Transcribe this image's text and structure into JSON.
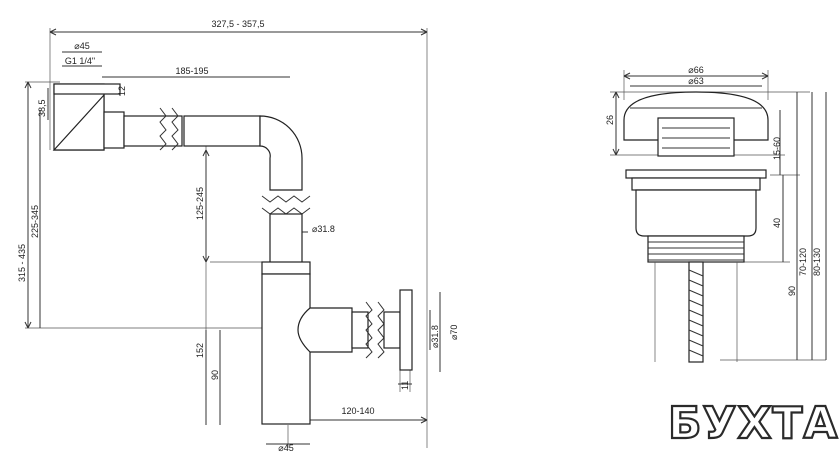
{
  "left_view": {
    "total_length": "327,5 - 357,5",
    "inlet_diameter": "⌀45",
    "thread": "G1 1/4\"",
    "horizontal_run": "185-195",
    "flange_thickness": "12",
    "inlet_height": "38,5",
    "vertical_adjust": "125-245",
    "pipe_diameter_upper": "⌀31.8",
    "height_range_a": "225-345",
    "height_range_b": "315 - 435",
    "outlet_pipe_diameter": "⌀31.8",
    "wall_flange_diameter": "⌀70",
    "body_height": "152",
    "outlet_height": "90",
    "wall_offset": "120-140",
    "flange_depth": "11",
    "body_diameter": "⌀45"
  },
  "right_view": {
    "cap_outer_diameter": "⌀66",
    "cap_inner_diameter": "⌀63",
    "cap_height": "26",
    "clamp_range": "15-60",
    "body_height": "40",
    "total_range_a": "70-120",
    "total_range_b": "80-130",
    "stem_length": "90"
  },
  "watermark": {
    "text": "БУХТА"
  }
}
